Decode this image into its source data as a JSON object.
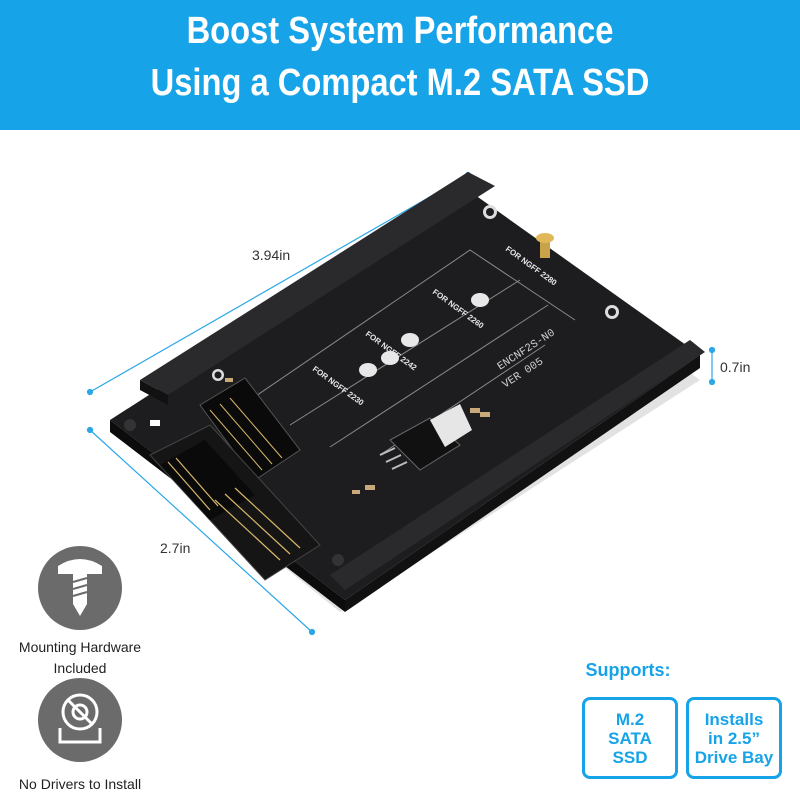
{
  "banner": {
    "line1": "Boost System Performance",
    "line2": "Using a Compact M.2 SATA SSD",
    "color": "#16a3e8"
  },
  "dimensions": {
    "length": "3.94in",
    "width": "2.7in",
    "height": "0.7in"
  },
  "board": {
    "slot_labels": [
      "FOR NGFF 2280",
      "FOR NGFF 2260",
      "FOR NGFF 2242",
      "FOR NGFF 2230"
    ],
    "model_line1": "ENCNF2S-N0",
    "model_line2": "VER 005"
  },
  "features": [
    {
      "icon": "screw-icon",
      "line1": "Mounting Hardware",
      "line2": "Included"
    },
    {
      "icon": "no-driver-icon",
      "line1": "No Drivers to Install"
    }
  ],
  "supports": {
    "title": "Supports:",
    "items": [
      {
        "lines": [
          "M.2",
          "SATA",
          "SSD"
        ]
      },
      {
        "lines": [
          "Installs",
          "in 2.5”",
          "Drive Bay"
        ]
      }
    ]
  }
}
